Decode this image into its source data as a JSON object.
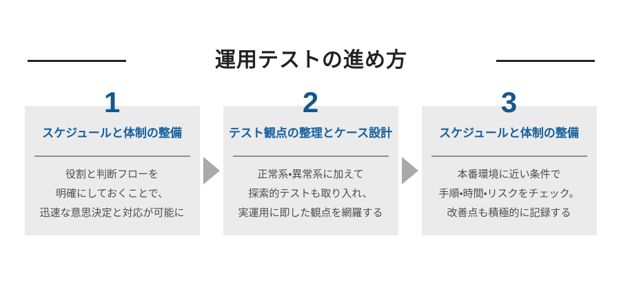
{
  "header": {
    "title": "運用テストの進め方"
  },
  "steps": [
    {
      "number": "1",
      "title": "スケジュールと体制の整備",
      "body_lines": [
        "役割と判断フローを",
        "明確にしておくことで、",
        "迅速な意思決定と対応が可能に"
      ]
    },
    {
      "number": "2",
      "title": "テスト観点の整理とケース設計",
      "body_lines": [
        "正常系・異常系に加えて",
        "探索的テストも取り入れ、",
        "実運用に即した観点を網羅する"
      ]
    },
    {
      "number": "3",
      "title": "スケジュールと体制の整備",
      "body_lines": [
        "本番環境に近い条件で",
        "手順・時間・リスクをチェック。",
        "改善点も積極的に記録する"
      ]
    }
  ],
  "colors": {
    "heading_text": "#222222",
    "accent_title": "#135f9e",
    "accent_number": "#16568c",
    "box_bg": "#ebebeb",
    "divider": "#8e8e8e",
    "body_text": "#4d4d4d",
    "arrow": "#a9a9a9"
  }
}
